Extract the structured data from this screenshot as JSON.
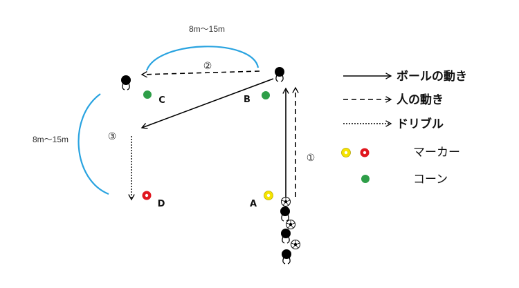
{
  "colors": {
    "distance_arc": "#29a3e0",
    "player": "#000000",
    "cone": "#2e9e48",
    "marker_yellow": "#f5e400",
    "marker_red": "#e0171f",
    "ball": "#ffffff"
  },
  "distance_labels": {
    "top": "8m～15m",
    "left": "8m～15m"
  },
  "point_labels": {
    "a": "A",
    "b": "B",
    "c": "C",
    "d": "D"
  },
  "step_numbers": {
    "one": "①",
    "two": "②",
    "three": "③"
  },
  "legend": {
    "ball_movement": "ボールの動き",
    "player_movement": "人の動き",
    "dribble": "ドリブル",
    "marker": "マーカー",
    "cone": "コーン"
  },
  "icons": {
    "player": "player-icon",
    "ball": "soccer-ball-icon",
    "cone": "cone-icon",
    "marker": "marker-icon"
  }
}
